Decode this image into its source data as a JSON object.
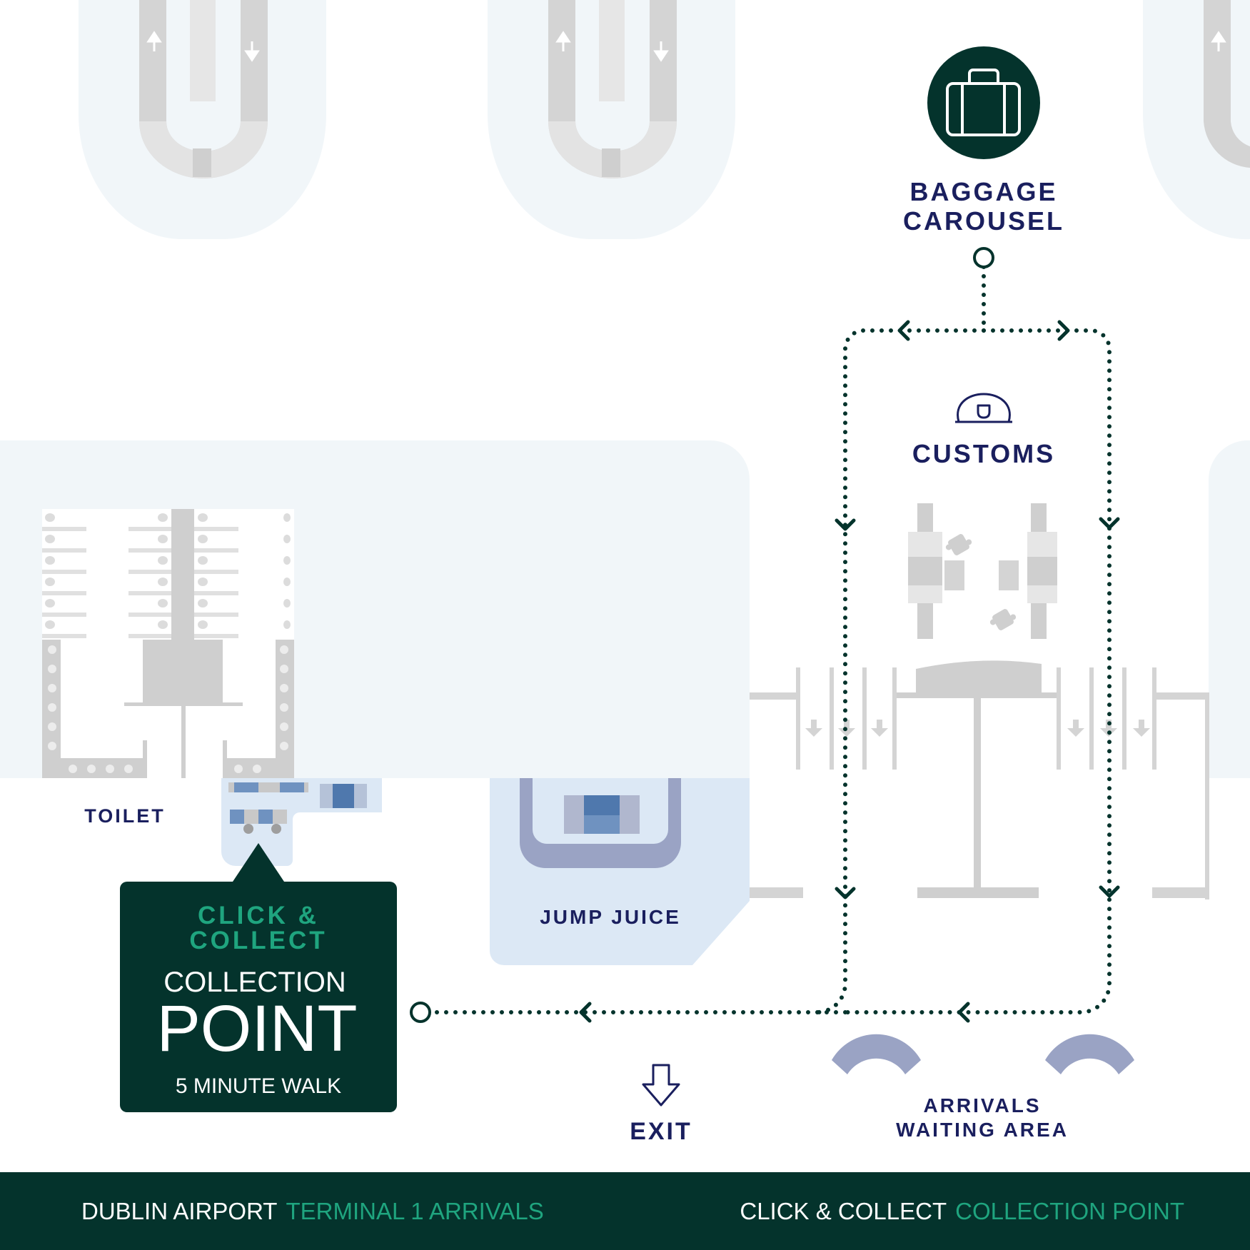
{
  "colors": {
    "dark_green": "#04332c",
    "accent_green": "#1fa57f",
    "navy": "#1a1f5e",
    "pale_blue": "#f1f6f9",
    "light_blue": "#dce8f5",
    "gray": "#cfcfcf",
    "slate": "#9aa3c4"
  },
  "labels": {
    "baggage_line1": "BAGGAGE",
    "baggage_line2": "CAROUSEL",
    "customs": "CUSTOMS",
    "toilet": "TOILET",
    "jump_juice": "JUMP JUICE",
    "exit": "EXIT",
    "arrivals_line1": "ARRIVALS",
    "arrivals_line2": "WAITING AREA"
  },
  "callout": {
    "brand_line1": "CLICK &",
    "brand_line2": "COLLECT",
    "title_small": "COLLECTION",
    "title_large": "POINT",
    "walk": "5 MINUTE WALK"
  },
  "footer": {
    "left_main": "DUBLIN AIRPORT",
    "left_accent": "TERMINAL 1 ARRIVALS",
    "right_main": "CLICK & COLLECT",
    "right_accent": "COLLECTION POINT"
  },
  "icons": {
    "baggage": "suitcase-icon",
    "customs": "customs-officer-hat-icon",
    "exit": "exit-arrow-icon"
  }
}
